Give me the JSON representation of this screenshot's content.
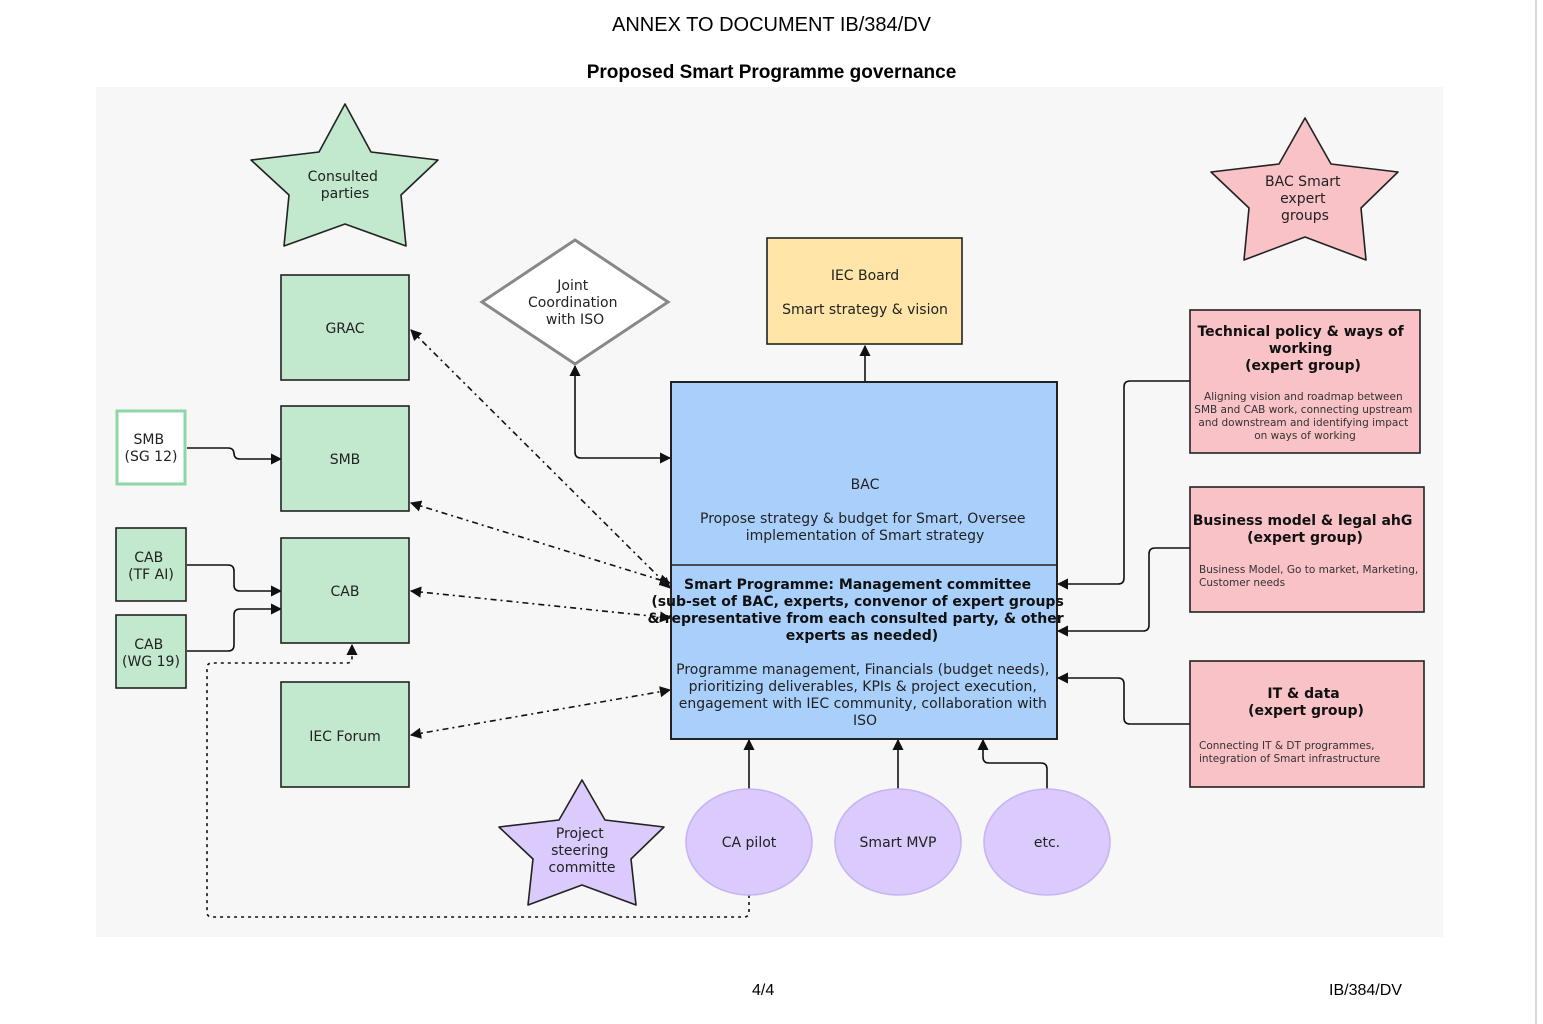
{
  "header": {
    "annex_title": "ANNEX TO DOCUMENT IB/384/DV",
    "diagram_title": "Proposed Smart Programme governance"
  },
  "footer": {
    "page_number": "4/4",
    "doc_ref": "IB/384/DV"
  },
  "colors": {
    "green_fill": "#c2e8cd",
    "green_stroke": "#222222",
    "smb_sg12_stroke": "#8fd6a6",
    "blue_fill": "#a9cffb",
    "yellow_fill": "#ffe5a8",
    "pink_fill": "#f8c2c6",
    "purple_fill": "#dacbfc",
    "purple_stroke": "#c8b4f5",
    "canvas_bg": "#f7f7f7"
  },
  "diagram": {
    "consulted_parties": [
      "Consulted",
      "parties"
    ],
    "bac_expert_groups": [
      "BAC Smart",
      "expert",
      "groups"
    ],
    "project_steering": [
      "Project",
      "steering",
      "committe"
    ],
    "joint_coordination": [
      "Joint",
      "Coordination",
      "with ISO"
    ],
    "iec_board": {
      "title": "IEC Board",
      "subtitle": "Smart strategy & vision"
    },
    "left_boxes": {
      "grac": "GRAC",
      "smb": "SMB",
      "cab": "CAB",
      "iec_forum": "IEC Forum"
    },
    "small_boxes": {
      "smb_sg12": [
        "SMB",
        "(SG 12)"
      ],
      "cab_tfai": [
        "CAB",
        "(TF AI)"
      ],
      "cab_wg19": [
        "CAB",
        "(WG 19)"
      ]
    },
    "bac": {
      "title": "BAC",
      "description": [
        "Propose strategy & budget for Smart, Oversee",
        "implementation of Smart strategy"
      ]
    },
    "management_committee": {
      "heading": [
        "Smart Programme: Management committee",
        "(sub-set of BAC, experts, convenor of expert groups",
        "& representative from each consulted party, & other",
        "experts as needed)"
      ],
      "body": [
        "Programme management, Financials (budget needs),",
        "prioritizing deliverables, KPIs & project execution,",
        "engagement with IEC community, collaboration with",
        "ISO"
      ]
    },
    "expert_groups": [
      {
        "title": [
          "Technical policy & ways of",
          "working",
          "(expert group)"
        ],
        "desc": [
          "Aligning vision and roadmap between",
          "SMB and CAB work, connecting upstream",
          "and downstream and identifying impact",
          "on ways of working"
        ]
      },
      {
        "title": [
          "Business model & legal ahG",
          "(expert group)"
        ],
        "desc": [
          "Business Model, Go to market, Marketing,",
          "Customer needs"
        ]
      },
      {
        "title": [
          "IT & data",
          "(expert group)"
        ],
        "desc": [
          "Connecting IT & DT programmes,",
          "integration of Smart infrastructure"
        ]
      }
    ],
    "projects": [
      "CA pilot",
      "Smart MVP",
      "etc."
    ]
  }
}
